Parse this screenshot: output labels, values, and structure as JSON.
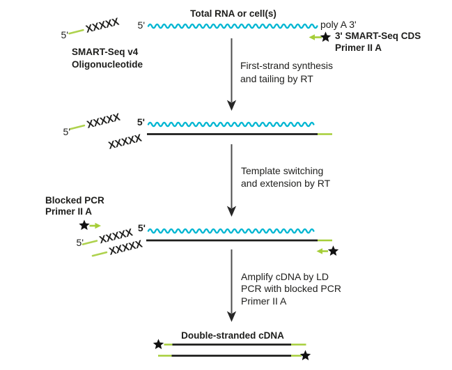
{
  "colors": {
    "rna_cyan": "#00b6d2",
    "oligo_green": "#a6ce39",
    "ink_black": "#1d1d1b",
    "arrow_gray": "#4d4d4d",
    "background": "#ffffff"
  },
  "top": {
    "title": "Total RNA or cell(s)",
    "five_prime": "5'",
    "poly_a": "poly A 3'",
    "cds_primer_line1": "3' SMART-Seq CDS",
    "cds_primer_line2": "Primer II A"
  },
  "oligo": {
    "five_prime": "5'",
    "sequence": "XXXXX",
    "label_line1": "SMART-Seq v4",
    "label_line2": "Oligonucleotide"
  },
  "steps": [
    {
      "line1": "First-strand synthesis",
      "line2": "and tailing by RT"
    },
    {
      "line1": "Template switching",
      "line2": "and extension by RT"
    },
    {
      "line1": "Amplify cDNA by LD",
      "line2": "PCR with blocked PCR",
      "line3": "Primer II A"
    }
  ],
  "structure2": {
    "oligo_five_prime": "5'",
    "oligo_sequence": "XXXXX",
    "rna_five_prime": "5'",
    "tail_sequence": "XXXXX"
  },
  "structure3": {
    "blocked_primer_line1": "Blocked PCR",
    "blocked_primer_line2": "Primer II A",
    "oligo_five_prime": "5'",
    "oligo_sequence": "XXXXX",
    "rna_five_prime": "5'",
    "tail_sequence": "XXXXX"
  },
  "bottom": {
    "label": "Double-stranded cDNA"
  }
}
